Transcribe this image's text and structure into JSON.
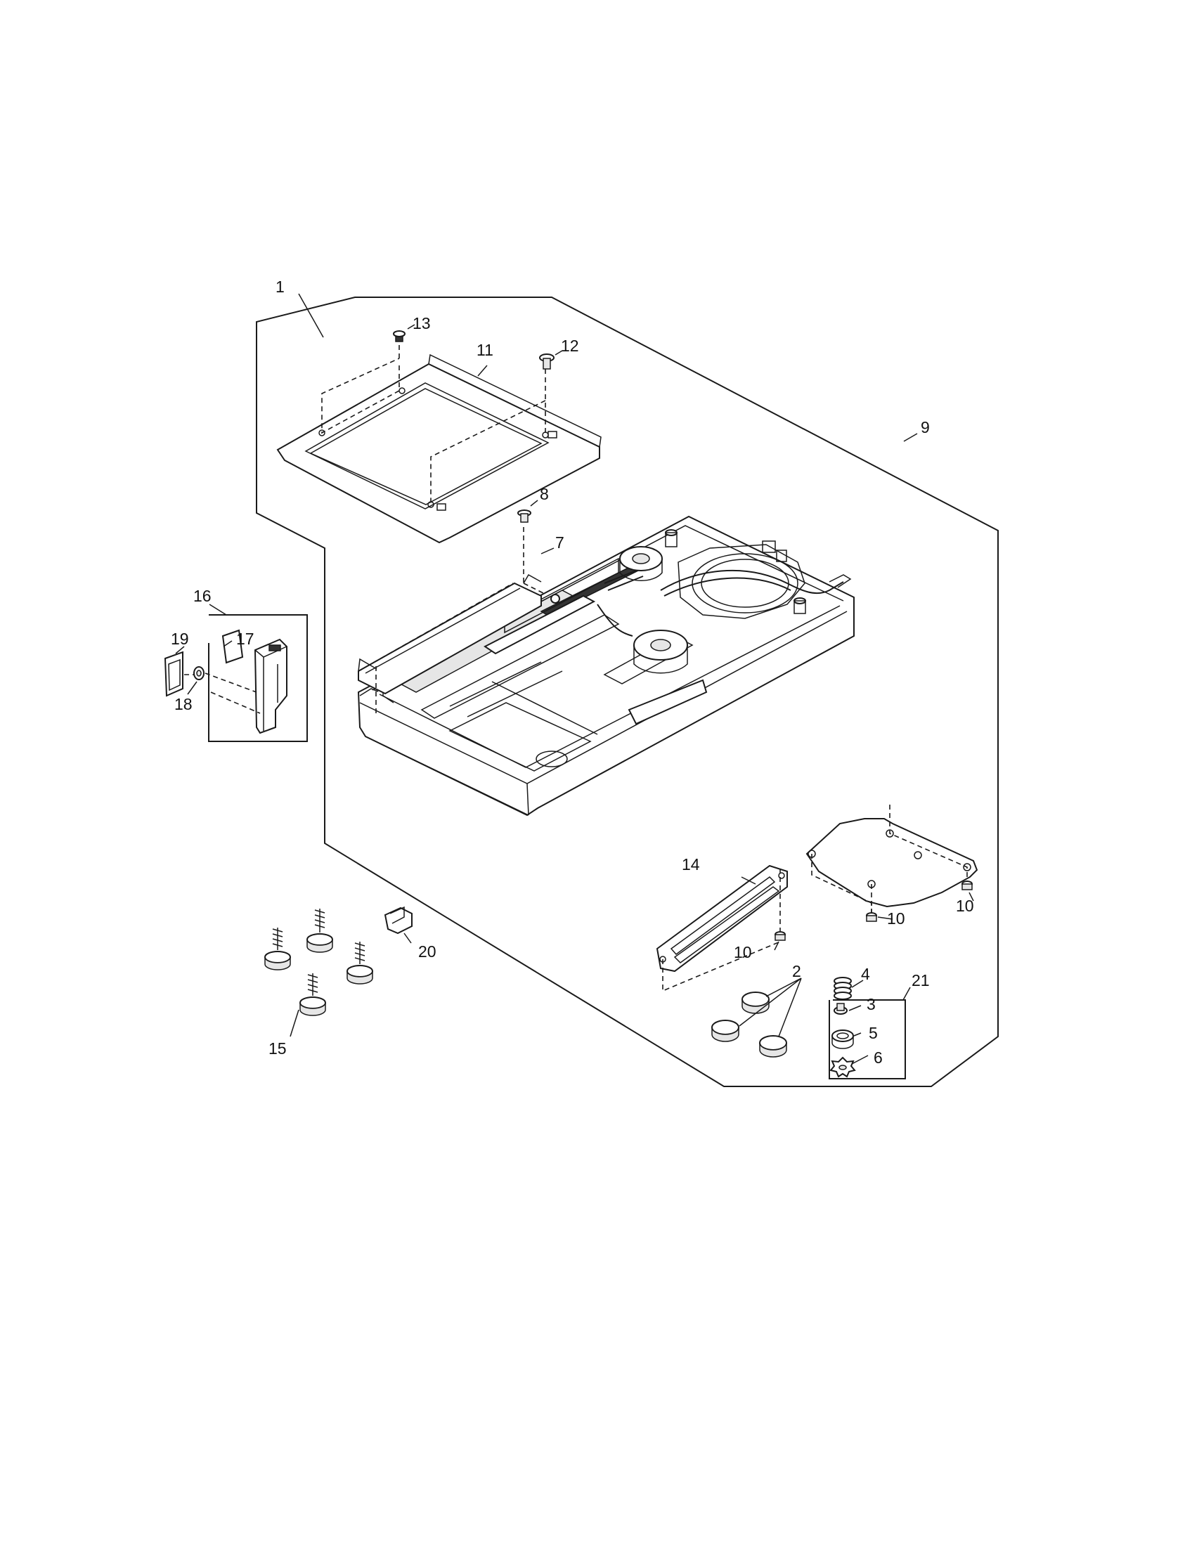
{
  "callouts": {
    "c1": "1",
    "c2": "2",
    "c3": "3",
    "c4": "4",
    "c5": "5",
    "c6": "6",
    "c7": "7",
    "c8": "8",
    "c9": "9",
    "c10a": "10",
    "c10b": "10",
    "c10c": "10",
    "c11": "11",
    "c12": "12",
    "c13": "13",
    "c14": "14",
    "c15": "15",
    "c16": "16",
    "c17": "17",
    "c18": "18",
    "c19": "19",
    "c20": "20",
    "c21": "21"
  }
}
